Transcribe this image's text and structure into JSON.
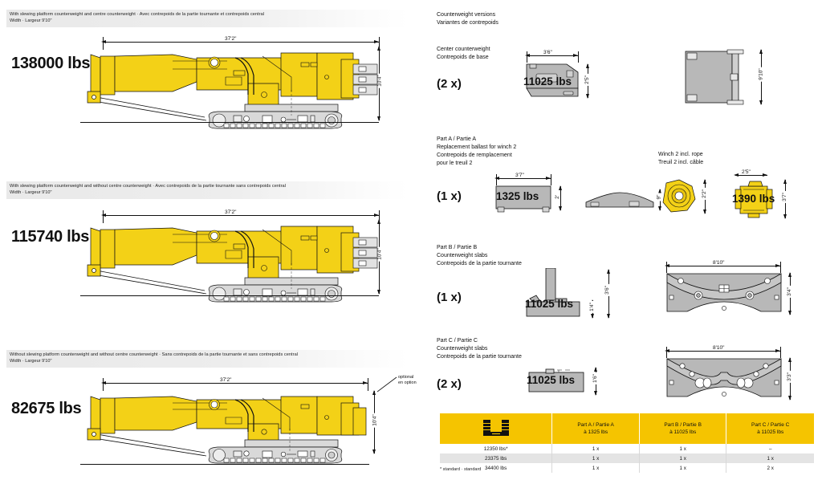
{
  "document": {
    "title": "Counterweight configurations - crane dimension sheet"
  },
  "crane_variants": [
    {
      "weight": "138000 lbs",
      "caption_line1": "With slewing platform counterweight and centre counterweight · Avec contrepoids de la partie tournante et contrepoids central",
      "caption_line2": "Width · Largeur 9'10\"",
      "length_dim": "37'2\"",
      "height_dim": "10'4\""
    },
    {
      "weight": "115740 lbs",
      "caption_line1": "With slewing platform counterweight and without centre counterweight · Avec contrepoids de la partie tournante sans contrepoids central",
      "caption_line2": "Width · Largeur 9'10\"",
      "length_dim": "37'2\"",
      "height_dim": "10'4\""
    },
    {
      "weight": "82675 lbs",
      "caption_line1": "Without slewing platform counterweight and without centre counterweight · Sans contrepoids de la partie tournante et sans contrepoids central",
      "caption_line2": "Width · Largeur 9'10\"",
      "length_dim": "37'2\"",
      "height_dim": "10'4\"",
      "optional_note_line1": "optional",
      "optional_note_line2": "en option"
    }
  ],
  "right_panel": {
    "heading_line1": "Counterweight versions",
    "heading_line2": "Variantes de contrepoids",
    "center_counterweight": {
      "title_line1": "Center counterweight",
      "title_line2": "Contrepoids de base",
      "qty": "(2 x)",
      "weight": "11025 lbs",
      "dim_width": "3'6\"",
      "dim_height": "2'5\"",
      "side_dim_height": "9'10\""
    },
    "part_a": {
      "title_line1": "Part A / Partie A",
      "title_line2": "Replacement ballast for winch 2",
      "title_line3": "Contrepoids de remplacement",
      "title_line4": "pour le treuil 2",
      "qty": "(1 x)",
      "weight": "1325 lbs",
      "dim_width": "3'7\"",
      "dim_height": "2'",
      "side_dim_height": "9\""
    },
    "winch2": {
      "title_line1": "Winch 2 incl. rope",
      "title_line2": "Treuil 2 incl. câble",
      "weight": "1390 lbs",
      "dim_side_height": "2'2\"",
      "dim_front_width": "2'5\"",
      "dim_front_height": "3'7\""
    },
    "part_b": {
      "title_line1": "Part B / Partie B",
      "title_line2": "Counterweight slabs",
      "title_line3": "Contrepoids de la partie tournante",
      "qty": "(1 x)",
      "weight": "11025 lbs",
      "dim_total_height": "3'6\"",
      "dim_slab_height": "1'4\"",
      "slab_width": "8'10\"",
      "slab_depth": "3'4\""
    },
    "part_c": {
      "title_line1": "Part C / Partie C",
      "title_line2": "Counterweight slabs",
      "title_line3": "Contrepoids de la partie tournante",
      "qty": "(2 x)",
      "weight": "11025 lbs",
      "dim_slab_height": "1'6\"",
      "slab_width": "8'10\"",
      "slab_depth": "3'3\""
    }
  },
  "table": {
    "icon_name": "counterweight-stack-icon",
    "headers": [
      {
        "line1": "",
        "line2": ""
      },
      {
        "line1": "Part A / Partie A",
        "line2": "à 1325 lbs"
      },
      {
        "line1": "Part B / Partie B",
        "line2": "à 11025 lbs"
      },
      {
        "line1": "Part C / Partie C",
        "line2": "à 11025 lbs"
      }
    ],
    "rows": [
      {
        "total": "12350 lbs*",
        "a": "1 x",
        "b": "1 x",
        "c": "–"
      },
      {
        "total": "23375 lbs",
        "a": "1 x",
        "b": "1 x",
        "c": "1 x"
      },
      {
        "total": "34400 lbs",
        "a": "1 x",
        "b": "1 x",
        "c": "2 x"
      }
    ],
    "footnote": "* standard · standard"
  },
  "colors": {
    "accent_yellow": "#f5c400",
    "crane_yellow": "#f3d117",
    "part_grey": "#b8b8b8",
    "banner_grey": "#e9e9e9"
  }
}
